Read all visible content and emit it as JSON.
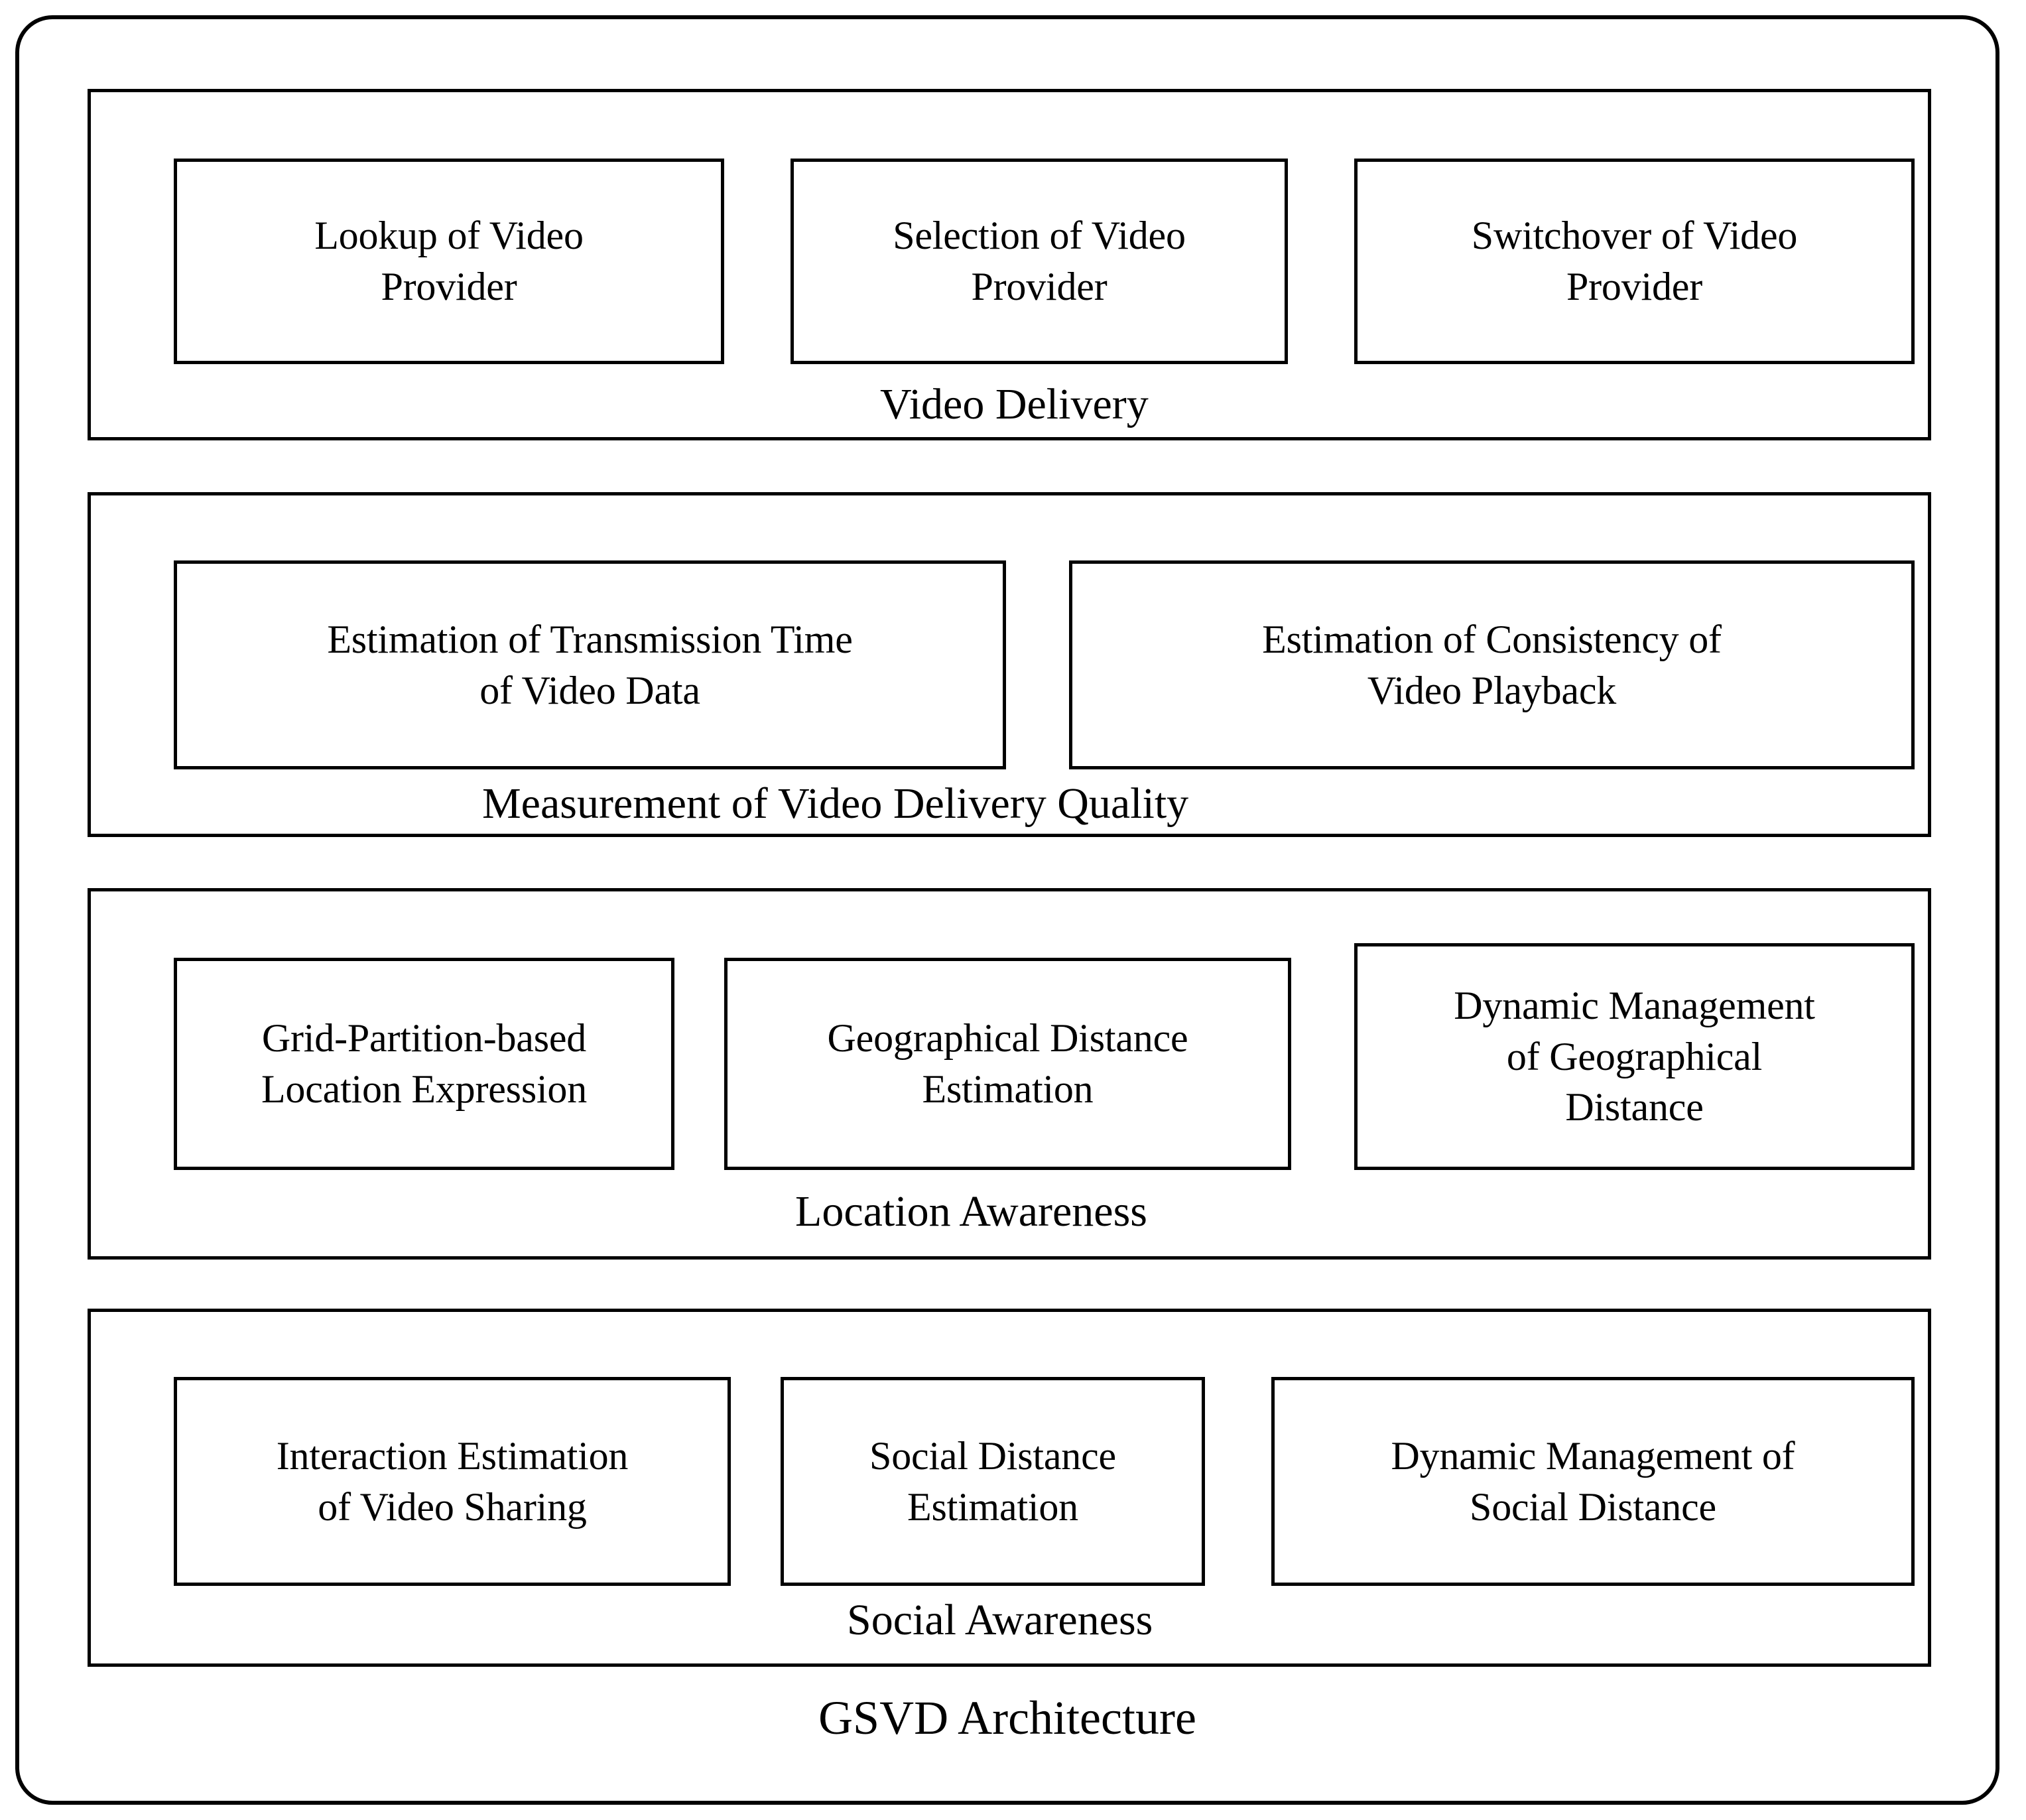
{
  "diagram": {
    "title": "GSVD Architecture",
    "layers": [
      {
        "id": "layer-1",
        "caption": "Video Delivery",
        "modules": [
          {
            "label": "Lookup of Video\nProvider"
          },
          {
            "label": "Selection of Video\nProvider"
          },
          {
            "label": "Switchover of Video\nProvider"
          }
        ]
      },
      {
        "id": "layer-2",
        "caption": "Measurement of Video Delivery Quality",
        "modules": [
          {
            "label": "Estimation of Transmission Time\nof Video Data"
          },
          {
            "label": "Estimation of Consistency of\nVideo Playback"
          }
        ]
      },
      {
        "id": "layer-3",
        "caption": "Location Awareness",
        "modules": [
          {
            "label": "Grid-Partition-based\nLocation Expression"
          },
          {
            "label": "Geographical Distance\nEstimation"
          },
          {
            "label": "Dynamic Management\nof Geographical\nDistance"
          }
        ]
      },
      {
        "id": "layer-4",
        "caption": "Social Awareness",
        "modules": [
          {
            "label": "Interaction Estimation\nof Video Sharing"
          },
          {
            "label": "Social Distance\nEstimation"
          },
          {
            "label": "Dynamic Management of\nSocial Distance"
          }
        ]
      }
    ],
    "colors": {
      "stroke": "#000000",
      "background": "#ffffff",
      "text": "#000000"
    }
  }
}
